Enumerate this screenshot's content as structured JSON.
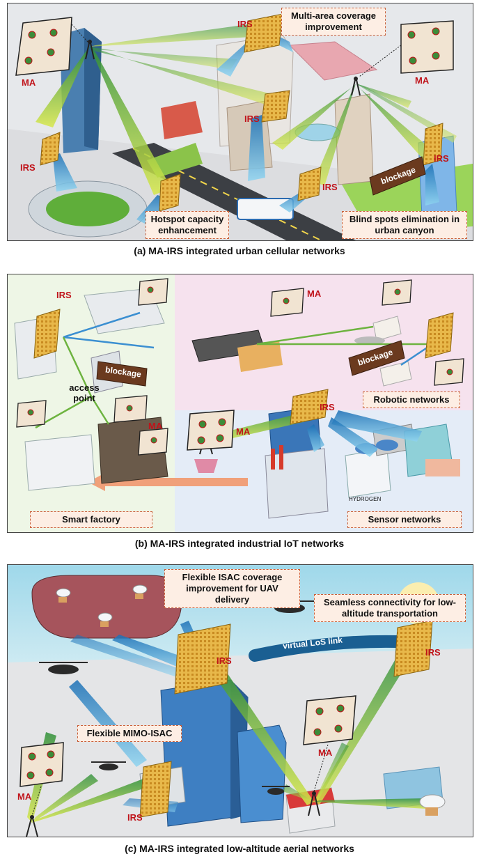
{
  "panel_a": {
    "caption": "(a) MA-IRS integrated urban cellular networks",
    "callouts": {
      "multi_area": "Multi-area coverage improvement",
      "hotspot": "Hotspot capacity enhancement",
      "blind_spots": "Blind spots elimination in urban canyon"
    },
    "labels": {
      "irs": "IRS",
      "ma": "MA",
      "blockage": "blockage"
    }
  },
  "panel_b": {
    "caption": "(b) MA-IRS integrated industrial IoT networks",
    "callouts": {
      "robotic": "Robotic networks",
      "smart_factory": "Smart factory",
      "sensor": "Sensor networks"
    },
    "labels": {
      "irs": "IRS",
      "ma": "MA",
      "blockage": "blockage",
      "access_point": "access point",
      "hydrogen": "HYDROGEN"
    }
  },
  "panel_c": {
    "caption": "(c) MA-IRS integrated low-altitude aerial networks",
    "callouts": {
      "isac_uav": "Flexible ISAC coverage improvement for UAV delivery",
      "seamless": "Seamless connectivity for low-altitude transportation",
      "mimo": "Flexible MIMO-ISAC"
    },
    "labels": {
      "irs": "IRS",
      "ma": "MA",
      "virtual_los": "virtual LoS link"
    }
  },
  "colors": {
    "label_red": "#c0131a",
    "beam_green": "#6db33f",
    "beam_blue": "#2b8fd1",
    "callout_bg": "#fdeee4",
    "callout_border": "#c9603a"
  }
}
